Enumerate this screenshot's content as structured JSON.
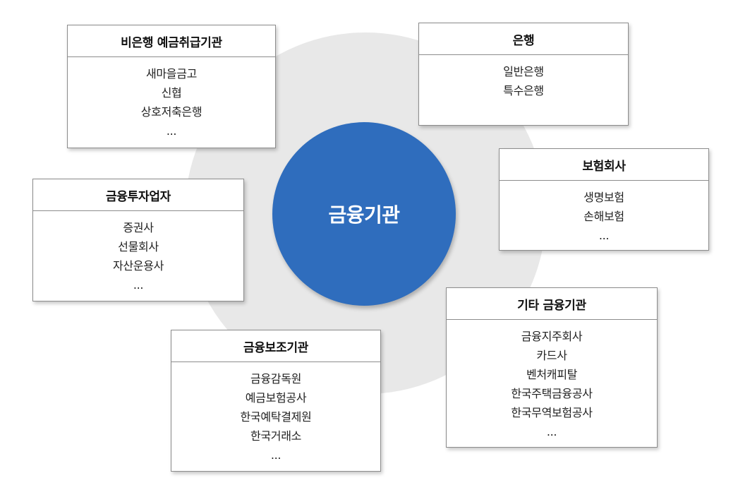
{
  "center": {
    "label": "금융기관"
  },
  "cards": {
    "nonbank": {
      "title": "비은행 예금취급기관",
      "items": [
        "새마을금고",
        "신협",
        "상호저축은행",
        "..."
      ]
    },
    "bank": {
      "title": "은행",
      "items": [
        "일반은행",
        "특수은행"
      ]
    },
    "investment": {
      "title": "금융투자업자",
      "items": [
        "증권사",
        "선물회사",
        "자산운용사",
        "..."
      ]
    },
    "insurance": {
      "title": "보험회사",
      "items": [
        "생명보험",
        "손해보험",
        "..."
      ]
    },
    "auxiliary": {
      "title": "금융보조기관",
      "items": [
        "금융감독원",
        "예금보험공사",
        "한국예탁결제원",
        "한국거래소",
        "..."
      ]
    },
    "other": {
      "title": "기타 금융기관",
      "items": [
        "금융지주회사",
        "카드사",
        "벤처캐피탈",
        "한국주택금융공사",
        "한국무역보험공사",
        "..."
      ]
    }
  }
}
